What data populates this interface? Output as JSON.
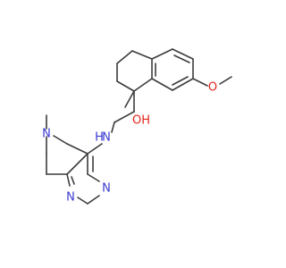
{
  "structure": {
    "atom_labels": {
      "n_ring_methyl": "N",
      "n_amine": "N",
      "h_amine": "H",
      "n_pyrimidine_upper": "N",
      "n_pyrimidine_lower": "N",
      "oh_group": "OH",
      "o_methoxy": "O"
    },
    "colors": {
      "bond": "#3c3c3c",
      "nitrogen": "#3a3ad0",
      "oxygen": "#e0251b",
      "background": "#ffffff"
    }
  }
}
